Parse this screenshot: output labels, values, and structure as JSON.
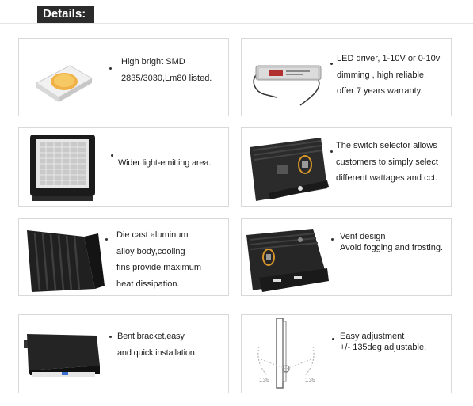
{
  "header": {
    "title": "Details:"
  },
  "cards": [
    {
      "lines": [
        "High bright  SMD",
        "2835/3030,Lm80 listed."
      ]
    },
    {
      "lines": [
        "LED driver, 1-10V or 0-10v",
        "dimming , high reliable,",
        "offer 7 years warranty."
      ]
    },
    {
      "lines": [
        "Wider light-emitting area."
      ]
    },
    {
      "lines": [
        "The switch selector allows",
        "customers to simply select",
        "different wattages and cct."
      ]
    },
    {
      "lines": [
        "Die cast aluminum",
        "alloy body,cooling",
        "fins provide maximum",
        "heat dissipation."
      ]
    },
    {
      "lines": [
        "Vent design",
        "Avoid fogging and frosting."
      ]
    },
    {
      "lines": [
        "Bent bracket,easy",
        "and quick installation."
      ]
    },
    {
      "lines": [
        "Easy adjustment",
        "+/- 135deg adjustable."
      ]
    }
  ],
  "adjust_labels": [
    "135",
    "135"
  ]
}
